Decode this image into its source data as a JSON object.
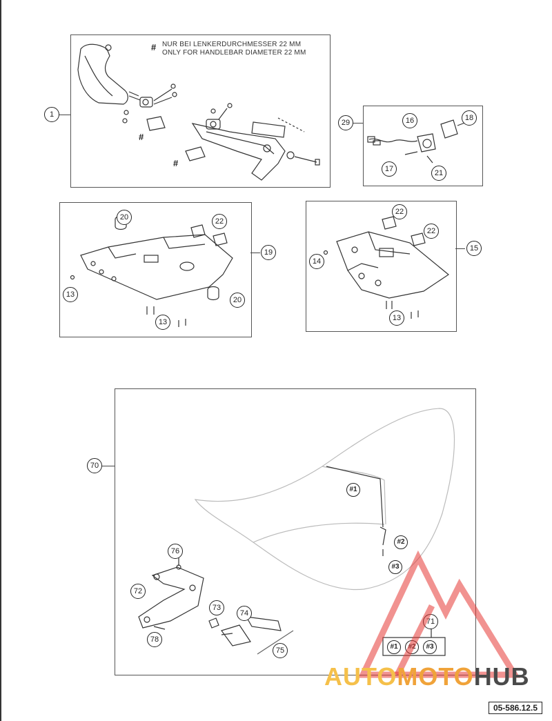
{
  "note": {
    "hash": "#",
    "line1": "NUR BEI LENKERDURCHMESSER 22 MM",
    "line2": "ONLY FOR HANDLEBAR DIAMETER 22 MM"
  },
  "hash_marks": [
    "#",
    "#",
    "#"
  ],
  "callouts": {
    "p1": "1",
    "p29": "29",
    "p16": "16",
    "p18": "18",
    "p17": "17",
    "p21": "21",
    "p20a": "20",
    "p22a": "22",
    "p19": "19",
    "p13a": "13",
    "p13b": "13",
    "p20b": "20",
    "p22b": "22",
    "p22c": "22",
    "p14": "14",
    "p15": "15",
    "p13c": "13",
    "p70": "70",
    "p76": "76",
    "p72": "72",
    "p73": "73",
    "p74": "74",
    "p78": "78",
    "p75": "75",
    "p71": "71",
    "seat1": "#1",
    "seat2": "#2",
    "seat3": "#3",
    "box1": "#1",
    "box2": "#2",
    "box3": "#3"
  },
  "watermark": {
    "part1": "AUTO",
    "part2": "MOTO",
    "part3": "HUB",
    "color_red": "#e53935"
  },
  "doc_number": "05-586.12.5"
}
